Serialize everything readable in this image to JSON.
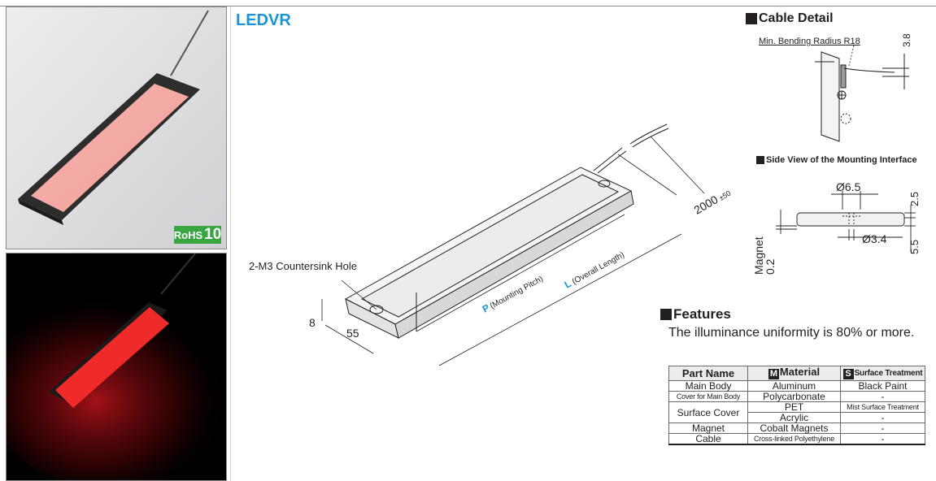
{
  "product": {
    "title": "LEDVR",
    "rohs_label": "RoHS",
    "rohs_num": "10"
  },
  "main_drawing": {
    "countersink": "2-M3 Countersink Hole",
    "dim_height": "8",
    "dim_width": "55",
    "pitch_letter": "P",
    "pitch_text": "(Mounting Pitch)",
    "length_letter": "L",
    "length_text": "(Overall Length)",
    "cable_len": "2000",
    "cable_tol": "±50"
  },
  "cable_detail": {
    "heading": "Cable Detail",
    "bend_label": "Min. Bending Radius R18",
    "dim": "3.8"
  },
  "side_view": {
    "heading": "Side View of the Mounting Interface",
    "d1": "Ø6.5",
    "d2": "Ø3.4",
    "top_dim": "2.5",
    "bottom_dim": "5.5",
    "magnet_label": "Magnet",
    "magnet_dim": "0.2"
  },
  "features": {
    "heading": "Features",
    "text": "The illuminance uniformity is 80% or more."
  },
  "spec_table": {
    "headers": {
      "part": "Part Name",
      "material_icon": "M",
      "material": "Material",
      "surface_icon": "S",
      "surface": "Surface Treatment"
    },
    "rows": [
      {
        "part": "Main Body",
        "material": "Aluminum",
        "surface": "Black Paint"
      },
      {
        "part": "Cover for Main Body",
        "material": "Polycarbonate",
        "surface": "-"
      },
      {
        "part": "Surface Cover",
        "material": "PET",
        "surface": "Mist Surface Treatment"
      },
      {
        "part": "",
        "material": "Acrylic",
        "surface": "-"
      },
      {
        "part": "Magnet",
        "material": "Cobalt Magnets",
        "surface": "-"
      },
      {
        "part": "Cable",
        "material": "Cross-linked Polyethylene",
        "surface": "-"
      }
    ]
  },
  "colors": {
    "accent_blue": "#1b95d6",
    "rohs_green": "#3aa642",
    "led_red": "#e8303a"
  }
}
